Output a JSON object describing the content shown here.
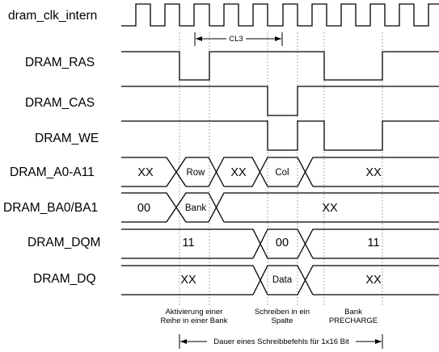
{
  "signals": {
    "clk": "dram_clk_intern",
    "ras": "DRAM_RAS",
    "cas": "DRAM_CAS",
    "we": "DRAM_WE",
    "addr": "DRAM_A0-A11",
    "ba": "DRAM_BA0/BA1",
    "dqm": "DRAM_DQM",
    "dq": "DRAM_DQ"
  },
  "values": {
    "addr_1": "XX",
    "addr_row": "Row",
    "addr_2": "XX",
    "addr_col": "Col",
    "addr_3": "XX",
    "ba_1": "00",
    "ba_bank": "Bank",
    "ba_2": "XX",
    "dqm_1": "11",
    "dqm_2": "00",
    "dqm_3": "11",
    "dq_1": "XX",
    "dq_data": "Data",
    "dq_2": "XX"
  },
  "annotations": {
    "cl3": "CL3",
    "activation_1": "Aktivierung einer",
    "activation_2": "Reihe in einer Bank",
    "write_1": "Schreiben in ein",
    "write_2": "Spalte",
    "precharge_1": "Bank",
    "precharge_2": "PRECHARGE",
    "duration": "Dauer eines Schreibbefehls für 1x16 Bit"
  }
}
